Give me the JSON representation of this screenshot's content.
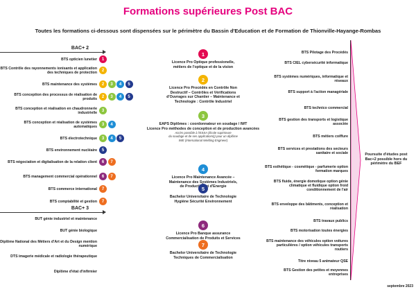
{
  "title": "Formations supérieures Post BAC",
  "subtitle": "Toutes les formations ci-dessous sont dispensées sur le périmètre du Bassin d'Education et de Formation de Thionville-Hayange-Rombas",
  "bac2": {
    "label": "BAC+ 2",
    "rows": [
      {
        "text": "BTS opticien lunetier",
        "badges": [
          1
        ]
      },
      {
        "text": "BTS Contrôle des rayonnements ionisants et application des techniques de protection",
        "badges": [
          2
        ]
      },
      {
        "text": "BTS maintenance des systèmes",
        "badges": [
          2,
          3,
          4,
          5
        ]
      },
      {
        "text": "BTS conception des processus de réalisation de produits",
        "badges": [
          2,
          3,
          4,
          5
        ]
      },
      {
        "text": "BTS conception et réalisation en chaudronnerie industrielle",
        "badges": [
          3
        ]
      },
      {
        "text": "BTS conception et réalisation de systèmes automatiques",
        "badges": [
          3,
          4
        ]
      },
      {
        "text": "BTS électrotechnique",
        "badges": [
          3,
          4,
          5
        ]
      },
      {
        "text": "BTS environnement nucléaire",
        "badges": [
          5
        ]
      },
      {
        "text": "BTS négociation et digitalisation de la relation client",
        "badges": [
          6,
          7
        ]
      },
      {
        "text": "BTS management commercial opérationnel",
        "badges": [
          6,
          7
        ]
      },
      {
        "text": "BTS commerce international",
        "badges": [
          7
        ]
      },
      {
        "text": "BTS comptabilité et gestion",
        "badges": [
          7
        ]
      }
    ]
  },
  "bac3": {
    "label": "BAC+ 3",
    "rows": [
      {
        "text": "BUT génie industriel et maintenance"
      },
      {
        "text": "BUT génie biologique"
      },
      {
        "text": "Diplôme National des Métiers d'Art et du Design mention numérique"
      },
      {
        "text": "DTS imagerie médicale et radiologie thérapeutique"
      },
      {
        "text": "Diplôme d'état d'infirmier"
      }
    ]
  },
  "center": [
    {
      "num": "1",
      "lines": [
        "Licence Pro Optique professionelle,",
        "métiers de l'optique et de la vision"
      ]
    },
    {
      "num": "2",
      "lines": [
        "Licence Pro Procédés en Contrôle Non",
        "Destructif – Contrôles et Vérifications",
        "d'Ouvrages sur Chantier – Maintenance et",
        "Technologie : Contrôle Industriel"
      ]
    },
    {
      "num": "3",
      "lines": [
        "EAPS Diplômes : coordonnateur en soudage / IWT",
        "Licence Pro méthodes de conception et de production avancées"
      ],
      "note": [
        "Accès possible à l'ESSA (École supérieure",
        "du soudage et de ses applications)) pour un diplôme",
        "IWE (International Welding Engineer)"
      ]
    },
    {
      "num": "4",
      "lines": [
        "Licence Pro Maintenance Avancée –",
        "Maintenance des Systèmes Industriels,",
        "de Production et d'Energie"
      ]
    },
    {
      "num": "5",
      "lines": [
        "Bachelor Universitaire de Technologie",
        "Hygiène Sécurité Environnement"
      ]
    },
    {
      "num": "6",
      "lines": [
        "Licence Pro Banque assurance",
        "Commercialisation de Produits et Services"
      ]
    },
    {
      "num": "7",
      "lines": [
        "Bachelor Universitaire de Technologie",
        "Techniques de Commercialisation"
      ]
    }
  ],
  "right": [
    "BTS Pilotage des Procédés",
    "BTS CIEL cybersécurité informatique",
    "BTS systèmes numériques, informatique et réseaux",
    "BTS support à l'action managériale",
    "BTS technico commercial",
    "BTS gestion des transports et logistique associée",
    "BTS métiers coiffure",
    "BTS services et prestations des secteurs sanitaire et sociale",
    "BTS esthétique - cosmétique - parfumerie option formation marques",
    "BTS fluide, énergie domotique option génie climatique et fluidique option froid conditionnement de l'air",
    "BTS enveloppe des bâtiments, conception et réalisation",
    "BTS travaux publics",
    "BTS motorisation toutes énergies",
    "BTS maintenance des véhicules option voitures particulières / option véhicules transports routiers",
    "Titre niveau 5 animateur QSE",
    "BTS Gestion des petites et moyennes entreprises"
  ],
  "poursuite": "Poursuite d'études post Bac+2 possible hors du périmètre du BEF",
  "date": "septembre 2023",
  "colors": {
    "accent": "#e5007e",
    "badge1": "#e30a51",
    "badge2": "#f4b400",
    "badge3": "#8dc63f",
    "badge4": "#1e8ed6",
    "badge5": "#233a8e",
    "badge6": "#8e2a7d",
    "badge7": "#ee6e20"
  }
}
